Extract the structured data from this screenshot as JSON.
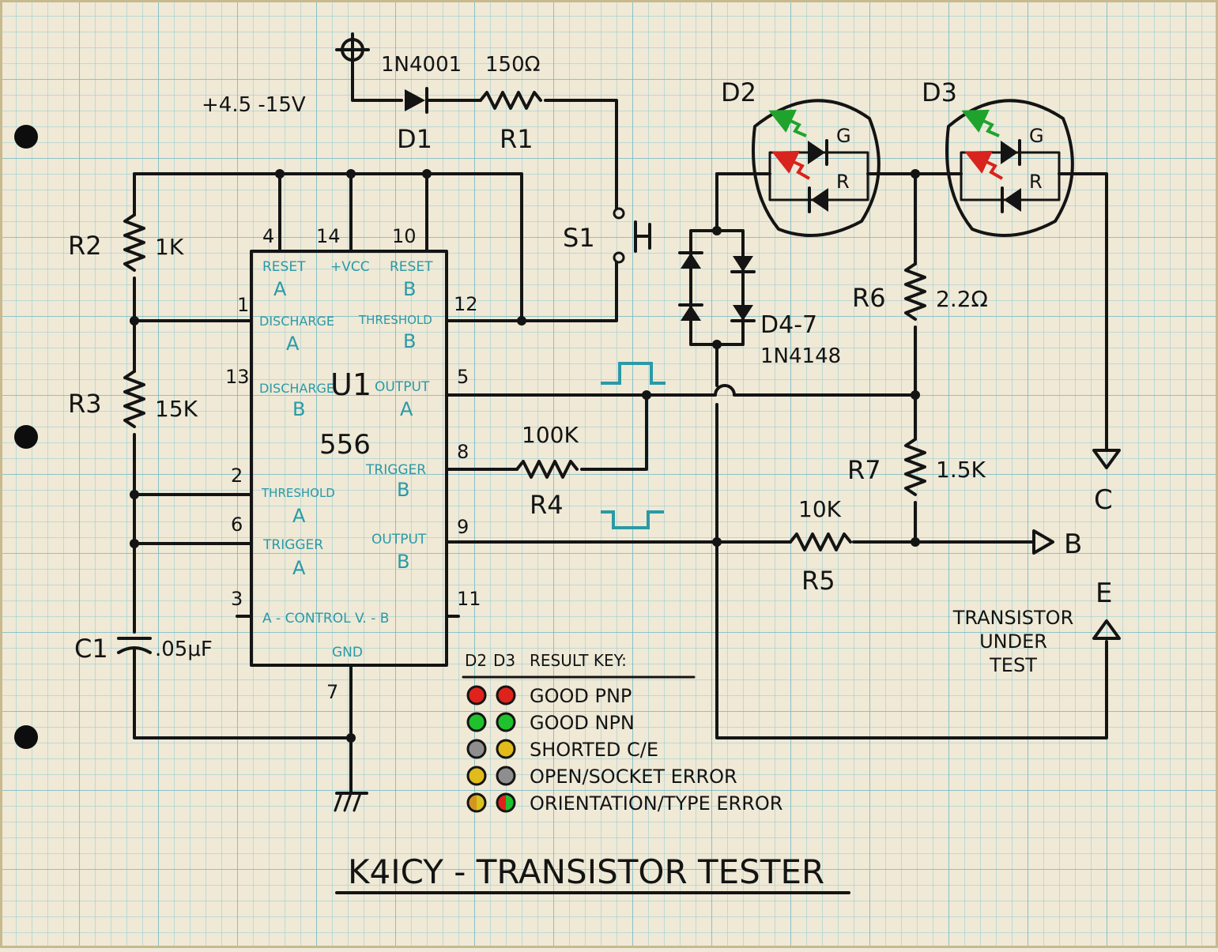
{
  "title": "K4ICY - TRANSISTOR TESTER",
  "supply": {
    "label": "+4.5 -15V"
  },
  "components": {
    "d1": {
      "ref": "D1",
      "part": "1N4001"
    },
    "r1": {
      "ref": "R1",
      "value": "150Ω"
    },
    "r2": {
      "ref": "R2",
      "value": "1K"
    },
    "r3": {
      "ref": "R3",
      "value": "15K"
    },
    "c1": {
      "ref": "C1",
      "value": ".05μF"
    },
    "s1": {
      "ref": "S1"
    },
    "r4": {
      "ref": "R4",
      "value": "100K"
    },
    "r5": {
      "ref": "R5",
      "value": "10K"
    },
    "r6": {
      "ref": "R6",
      "value": "2.2Ω"
    },
    "r7": {
      "ref": "R7",
      "value": "1.5K"
    },
    "d47": {
      "ref": "D4-7",
      "part": "1N4148"
    },
    "d2": {
      "ref": "D2",
      "g": "G",
      "r": "R"
    },
    "d3": {
      "ref": "D3",
      "g": "G",
      "r": "R"
    }
  },
  "ic": {
    "ref": "U1",
    "part": "556",
    "pins": {
      "p4": "4",
      "p14": "14",
      "p10": "10",
      "p1": "1",
      "p13": "13",
      "p2": "2",
      "p6": "6",
      "p3": "3",
      "p12": "12",
      "p5": "5",
      "p8": "8",
      "p9": "9",
      "p11": "11",
      "p7": "7"
    },
    "labels": {
      "reset_a": "RESET",
      "reset_a_sub": "A",
      "vcc": "+VCC",
      "reset_b": "RESET",
      "reset_b_sub": "B",
      "discharge_a": "DISCHARGE",
      "discharge_a_sub": "A",
      "threshold_b": "THRESHOLD",
      "threshold_b_sub": "B",
      "discharge_b": "DISCHARGE",
      "discharge_b_sub": "B",
      "output_a": "OUTPUT",
      "output_a_sub": "A",
      "trigger_b": "TRIGGER",
      "trigger_b_sub": "B",
      "threshold_a": "THRESHOLD",
      "threshold_a_sub": "A",
      "trigger_a": "TRIGGER",
      "trigger_a_sub": "A",
      "output_b": "OUTPUT",
      "output_b_sub": "B",
      "control": "A - CONTROL V. - B",
      "gnd": "GND"
    }
  },
  "terminals": {
    "c": "C",
    "b": "B",
    "e": "E"
  },
  "dut_label": [
    "TRANSISTOR",
    "UNDER",
    "TEST"
  ],
  "key": {
    "header_d2": "D2",
    "header_d3": "D3",
    "header_title": "RESULT KEY:",
    "rows": [
      {
        "d2_color": "#e0221c",
        "d3_color": "#e0221c",
        "label": "GOOD PNP"
      },
      {
        "d2_color": "#1fc22c",
        "d3_color": "#1fc22c",
        "label": "GOOD NPN"
      },
      {
        "d2_color": "#8e8e8e",
        "d3_color": "#e0bb1a",
        "label": "SHORTED C/E"
      },
      {
        "d2_color": "#e0bb1a",
        "d3_color": "#8e8e8e",
        "label": "OPEN/SOCKET ERROR"
      },
      {
        "d2_color": "split:#d49520:#d8c21e",
        "d3_color": "split:#e0221c:#1fc22c",
        "label": "ORIENTATION/TYPE ERROR"
      }
    ]
  },
  "colors": {
    "paper": "#efe9d6",
    "grid": "#8fc9d2",
    "ink": "#141414",
    "annotation": "#2a9aa6",
    "led_green": "#1fa32c",
    "led_red": "#d8231e"
  }
}
